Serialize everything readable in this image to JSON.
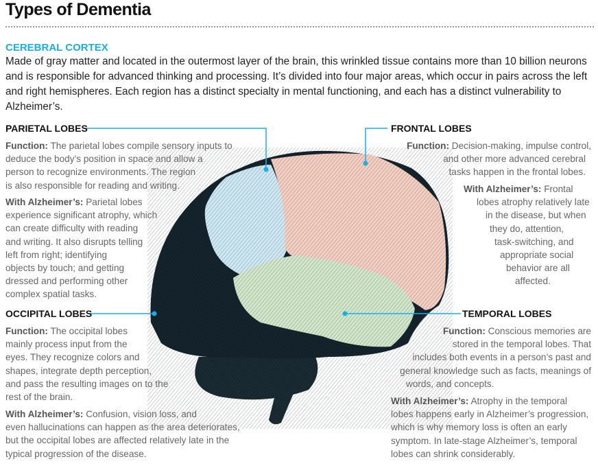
{
  "title": "Types of Dementia",
  "cerebral_cortex": {
    "heading": "CEREBRAL CORTEX",
    "body": "Made of gray matter and located in the outermost layer of the brain, this wrinkled tissue contains more than 10 billion neurons and is responsible for advanced thinking and processing. It’s divided into four major areas, which occur in pairs across the left and right hemispheres. Each region has a distinct specialty in mental functioning, and each has a distinct vulnerability to Alzheimer’s."
  },
  "labels": {
    "function": "Function:",
    "alzheimers": "With Alzheimer’s:"
  },
  "lobes": {
    "parietal": {
      "heading": "PARIETAL LOBES",
      "function": [
        "The parietal lobes compile sensory inputs to",
        "deduce the body’s position in space and allow a",
        "person to recognize environments. The region",
        "is also responsible for reading and writing."
      ],
      "alzheimers": [
        "Parietal lobes",
        "experience significant atrophy, which",
        "can create difficulty with reading",
        "and writing. It also disrupts telling",
        "left from right; identifying",
        "objects by touch; and getting",
        "dressed and performing other",
        "complex spatial tasks."
      ]
    },
    "frontal": {
      "heading": "FRONTAL LOBES",
      "function": [
        "Decision-making, impulse control,",
        "and other more advanced cerebral",
        "tasks happen in the frontal lobes."
      ],
      "alzheimers": [
        "Frontal",
        "lobes atrophy relatively late",
        "in the disease, but when",
        "they do, attention,",
        "task-switching, and",
        "appropriate social",
        "behavior are all",
        "affected."
      ]
    },
    "occipital": {
      "heading": "OCCIPITAL LOBES",
      "function": [
        "The occipital lobes",
        "mainly process input from the",
        "eyes. They recognize colors and",
        "shapes, integrate depth perception,",
        "and pass the resulting images on to the",
        "rest of the brain."
      ],
      "alzheimers": [
        "Confusion, vision loss, and",
        "even hallucinations can happen as the area deteriorates,",
        "but the occipital lobes are affected relatively late in the",
        "typical progression of the disease."
      ]
    },
    "temporal": {
      "heading": "TEMPORAL LOBES",
      "function": [
        "Conscious memories are",
        "stored in the temporal lobes. That",
        "includes both events in a person’s past and",
        "general knowledge such as facts, meanings of",
        "words, and concepts."
      ],
      "alzheimers": [
        "Atrophy in the temporal",
        "lobes happens early in Alzheimer’s progression,",
        "which is why memory loss is often an early",
        "symptom. In late-stage Alzheimer’s, temporal",
        "lobes can shrink considerably."
      ]
    }
  },
  "colors": {
    "accent": "#1aaee6",
    "outline": "#15232c",
    "parietal": "#cfe9f4",
    "frontal": "#f6cfc3",
    "temporal": "#d3e7cc"
  }
}
